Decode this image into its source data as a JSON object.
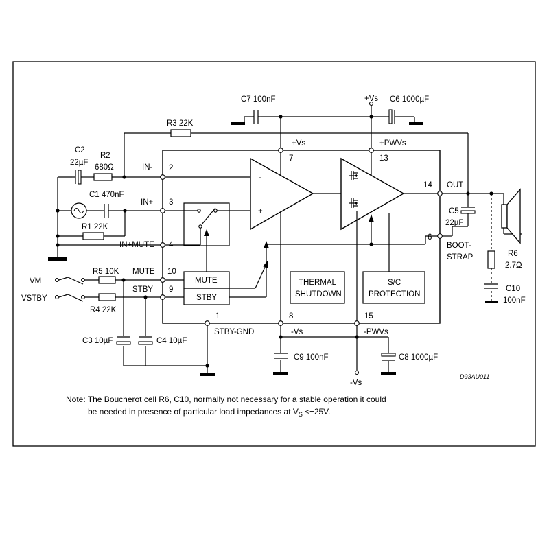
{
  "labels": {
    "c7": "C7 100nF",
    "vs_top": "+Vs",
    "c6": "C6 1000µF",
    "r3": "R3 22K",
    "pin_vs": "+Vs",
    "pin_pwvs": "+PWVs",
    "c2": "C2",
    "c2_val": "22µF",
    "r2": "R2",
    "r2_val": "680Ω",
    "in_minus": "IN-",
    "c1": "C1 470nF",
    "in_plus": "IN+",
    "r1": "R1 22K",
    "in_mute": "IN+MUTE",
    "vm": "VM",
    "r5": "R5 10K",
    "mute_pin_label": "MUTE",
    "vstby": "VSTBY",
    "r4": "R4 22K",
    "stby_pin_label": "STBY",
    "mute_block": "MUTE",
    "stby_block": "STBY",
    "thermal_1": "THERMAL",
    "thermal_2": "SHUTDOWN",
    "sc_1": "S/C",
    "sc_2": "PROTECTION",
    "out": "OUT",
    "c5": "C5",
    "c5_val": "22µF",
    "boot_1": "BOOT-",
    "boot_2": "STRAP",
    "r6": "R6",
    "r6_val": "2.7Ω",
    "c10": "C10",
    "c10_val": "100nF",
    "stby_gnd": "STBY-GND",
    "minus_vs": "-Vs",
    "minus_pwvs": "-PWVs",
    "c3": "C3 10µF",
    "c4": "C4 10µF",
    "c9": "C9 100nF",
    "c8": "C8 1000µF",
    "vs_bottom": "-Vs",
    "op_minus": "-",
    "op_plus": "+",
    "drawing_code": "D93AU011"
  },
  "pins": {
    "p2": "2",
    "p3": "3",
    "p4": "4",
    "p10": "10",
    "p9": "9",
    "p1": "1",
    "p7": "7",
    "p13": "13",
    "p14": "14",
    "p6": "6",
    "p8": "8",
    "p15": "15"
  },
  "note": {
    "line1": "Note: The Boucherot cell R6, C10, normally not necessary for a stable operation it could",
    "line2_a": "be needed in presence of particular load impedances at V",
    "line2_sub": "S",
    "line2_b": " <±25V."
  }
}
